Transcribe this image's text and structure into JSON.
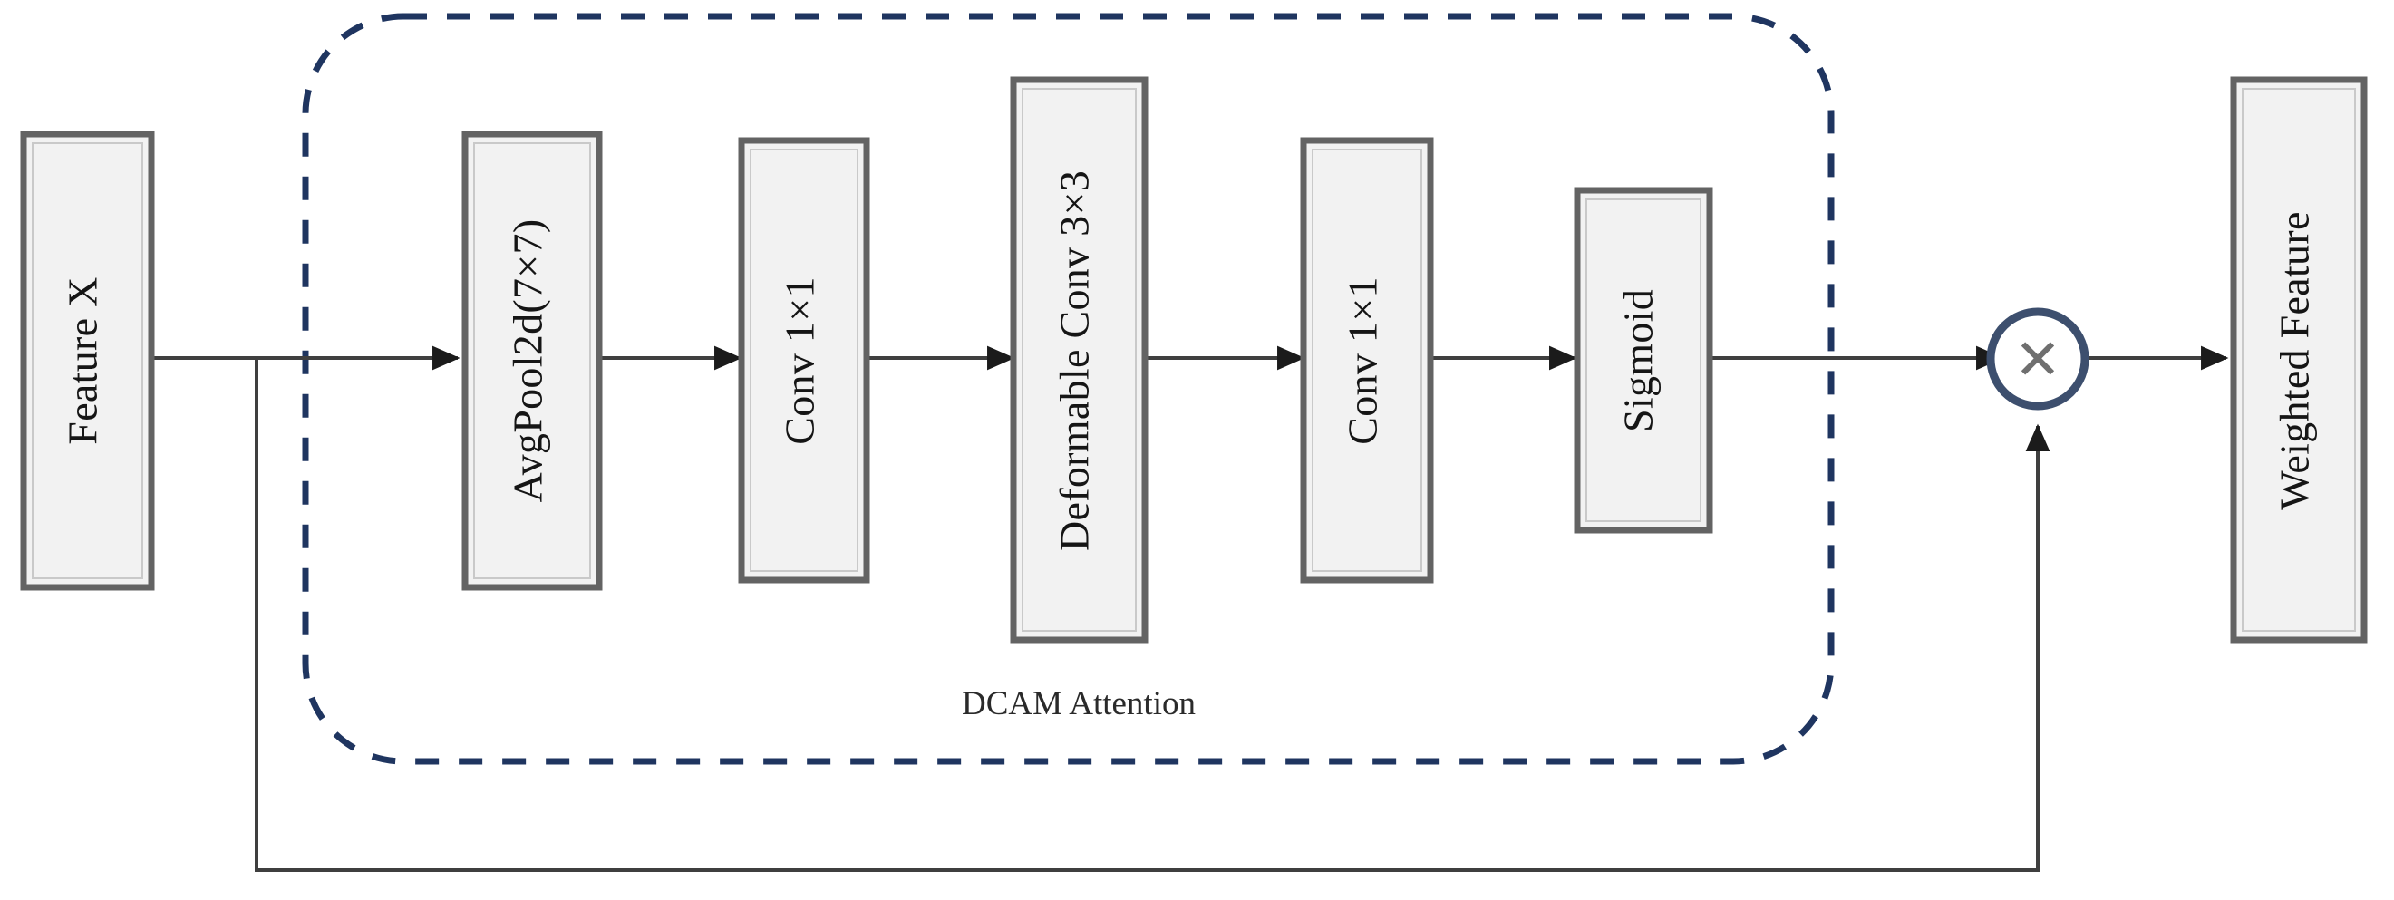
{
  "diagram": {
    "title_label": "DCAM Attention",
    "colors": {
      "block_fill": "#f2f2f2",
      "block_stroke": "#636363",
      "block_stroke_inner": "#9a9a9a",
      "dashed_group": "#1f3560",
      "edge": "#3f3f3f",
      "op_circle_stroke": "#3d4f6e",
      "op_glyph": "#6f6f6f",
      "canvas": "#ffffff",
      "text": "#151515"
    },
    "input_block": {
      "label": "Feature X",
      "name": "feature-x-block"
    },
    "output_block": {
      "label": "Weighted Feature",
      "name": "weighted-feature-block"
    },
    "attention_blocks": [
      {
        "label": "AvgPool2d(7×7)",
        "name": "avgpool2d-block"
      },
      {
        "label": "Conv  1×1",
        "name": "conv-1x1-first-block"
      },
      {
        "label": "Deformable Conv 3×3",
        "name": "deformable-conv-3x3-block"
      },
      {
        "label": "Conv  1×1",
        "name": "conv-1x1-second-block"
      },
      {
        "label": "Sigmoid",
        "name": "sigmoid-block"
      }
    ],
    "operator_node": {
      "glyph": "✕",
      "label": "multiply",
      "name": "multiply-node"
    },
    "edges": [
      {
        "name": "edge-input-to-avgpool"
      },
      {
        "name": "edge-avgpool-to-conv1"
      },
      {
        "name": "edge-conv1-to-deformable"
      },
      {
        "name": "edge-deformable-to-conv2"
      },
      {
        "name": "edge-conv2-to-sigmoid"
      },
      {
        "name": "edge-sigmoid-to-multiply"
      },
      {
        "name": "edge-multiply-to-output"
      },
      {
        "name": "edge-skip-connection"
      }
    ]
  }
}
